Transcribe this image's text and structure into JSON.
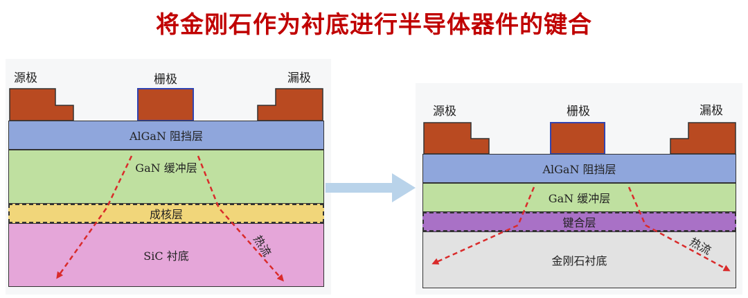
{
  "title": "将金刚石作为衬底进行半导体器件的键合",
  "left": {
    "source": "源极",
    "gate": "栅极",
    "drain": "漏极",
    "barrier": "AlGaN 阻挡层",
    "buffer": "GaN 缓冲层",
    "nucleation": "成核层",
    "substrate": "SiC 衬底",
    "heat": "热流"
  },
  "right": {
    "source": "源极",
    "gate": "栅极",
    "drain": "漏极",
    "barrier": "AlGaN 阻挡层",
    "buffer": "GaN 缓冲层",
    "bonding": "键合层",
    "substrate": "金刚石衬底",
    "heat": "热流"
  },
  "colors": {
    "title": "#c00000",
    "electrode": "#b94a21",
    "barrier": "#8fa6dc",
    "buffer": "#bfe0a0",
    "nucleation": "#f1d67a",
    "sic_substrate": "#e5a6d9",
    "bonding": "#a971c6",
    "diamond_substrate": "#e2e2e2",
    "arrow": "#d92b2b",
    "transition_arrow": "#b9d3ea"
  }
}
